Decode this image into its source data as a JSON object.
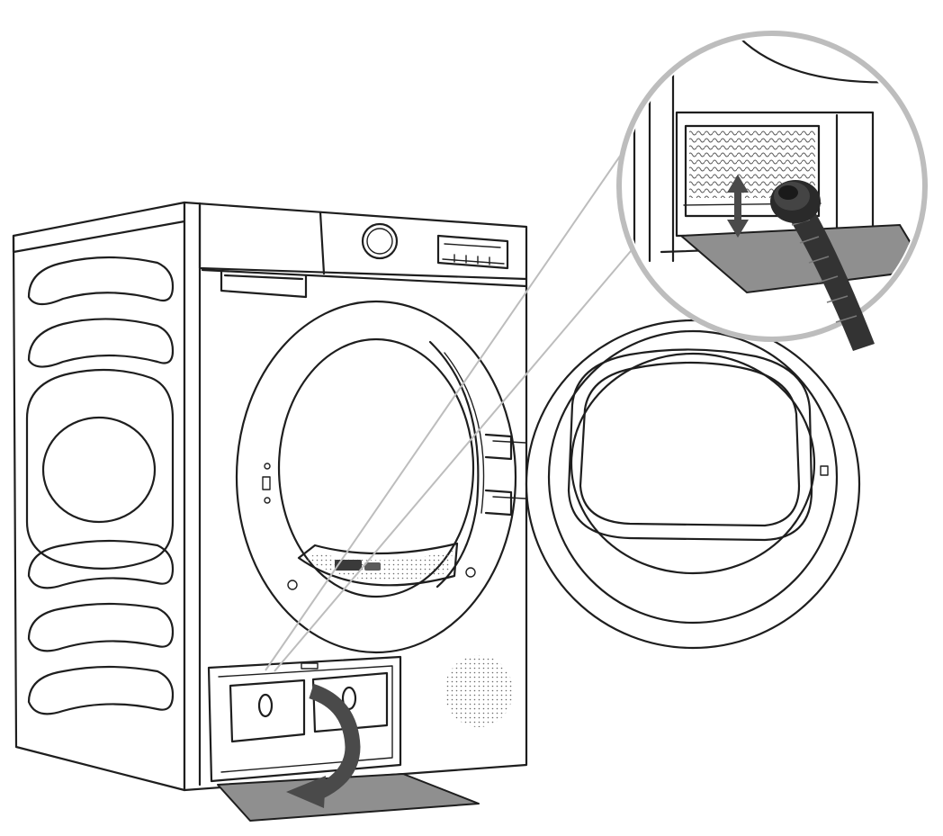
{
  "illustration": {
    "subject": "heat pump dryer",
    "steps": [
      "open-door",
      "open-lower-cover-flap",
      "vacuum-lint-from-heat-exchanger"
    ],
    "colors": {
      "line": "#1e1e1e",
      "flap_fill": "#8f8f8f",
      "hose": "#333333",
      "magnifier_ring": "#bdbdbd",
      "background": "#ffffff"
    },
    "icons": [
      "dryer-body",
      "door-open",
      "cover-flap",
      "rotate-arrow-icon",
      "up-down-arrow-icon",
      "vacuum-nozzle",
      "magnifier-callout"
    ]
  }
}
